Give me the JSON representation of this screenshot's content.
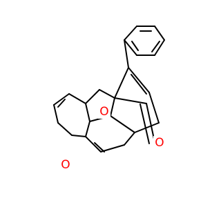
{
  "molecule": {
    "atoms": {
      "ring_oxygen_pyranone": "O",
      "carbonyl_oxygen": "O",
      "furan_oxygen": "O"
    },
    "colors": {
      "bond": "#000000",
      "heteroatom": "#ff0000",
      "background": "#ffffff"
    }
  }
}
